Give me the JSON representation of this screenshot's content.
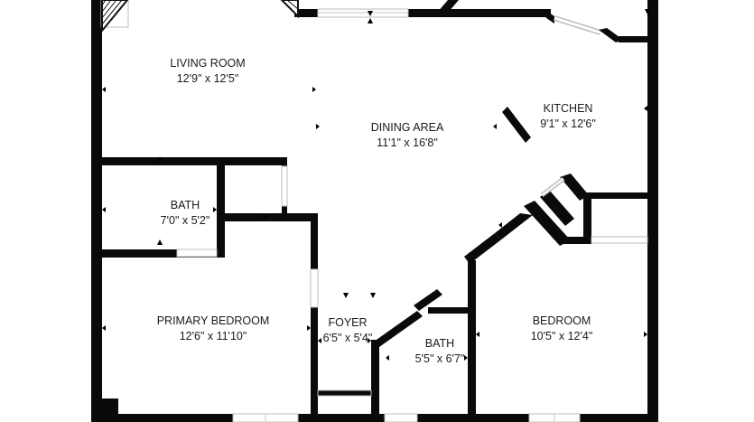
{
  "rooms": [
    {
      "id": "living-room",
      "name": "LIVING ROOM",
      "dimensions": "12'9\" x 12'5\""
    },
    {
      "id": "dining-area",
      "name": "DINING AREA",
      "dimensions": "11'1\" x 16'8\""
    },
    {
      "id": "kitchen",
      "name": "KITCHEN",
      "dimensions": "9'1\" x 12'6\""
    },
    {
      "id": "bath-1",
      "name": "BATH",
      "dimensions": "7'0\" x 5'2\""
    },
    {
      "id": "primary-bedroom",
      "name": "PRIMARY BEDROOM",
      "dimensions": "12'6\" x 11'10\""
    },
    {
      "id": "foyer",
      "name": "FOYER",
      "dimensions": "6'5\" x 5'4\""
    },
    {
      "id": "bath-2",
      "name": "BATH",
      "dimensions": "5'5\" x 6'7\""
    },
    {
      "id": "bedroom",
      "name": "BEDROOM",
      "dimensions": "10'5\" x 12'4\""
    }
  ]
}
